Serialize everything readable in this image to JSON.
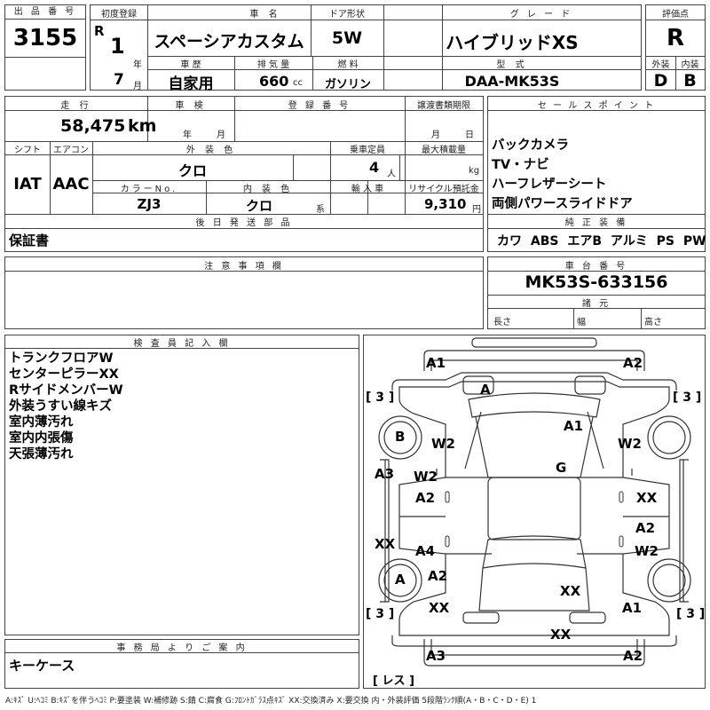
{
  "top": {
    "lot_no_label": "出 品 番 号",
    "lot_no": "3155",
    "first_reg_label": "初度登録",
    "era": "R",
    "year": "1",
    "year_unit": "年",
    "month": "7",
    "month_unit": "月",
    "car_name_label": "車 名",
    "car_name": "スペーシアカスタム",
    "door_label": "ドア形状",
    "door": "5W",
    "grade_label": "グ レ ー ド",
    "grade": "ハイブリッドXS",
    "score_label": "評価点",
    "score": "R",
    "history_label": "車 歴",
    "history": "自家用",
    "disp_label": "排 気 量",
    "displacement": "660",
    "disp_unit": "cc",
    "fuel_label": "燃 料",
    "fuel": "ガソリン",
    "model_label": "型 式",
    "model": "DAA-MK53S",
    "ext_label": "外装",
    "int_label": "内装",
    "ext_grade": "D",
    "int_grade": "B"
  },
  "middle": {
    "mileage_label": "走 行",
    "mileage": "58,475",
    "mileage_unit": "km",
    "inspection_label": "車 検",
    "insp_year_unit": "年",
    "insp_month_unit": "月",
    "reg_no_label": "登 録 番 号",
    "transfer_label": "譲渡書類期限",
    "transfer_month_unit": "月",
    "transfer_day_unit": "日",
    "shift_label": "シフト",
    "shift": "IAT",
    "ac_label": "エアコン",
    "ac": "AAC",
    "ext_color_label": "外 装 色",
    "ext_color": "クロ",
    "capacity_label": "乗車定員",
    "capacity": "4",
    "capacity_unit": "人",
    "max_load_label": "最大積載量",
    "max_load_unit": "kg",
    "color_no_label": "カラーNo.",
    "color_no": "ZJ3",
    "int_color_label": "内 装 色",
    "int_color": "クロ",
    "int_color_suffix": "系",
    "import_label": "輸 入 車",
    "recycle_label": "リサイクル預託金",
    "recycle": "9,310",
    "recycle_unit": "円",
    "parts_label": "後 日 発 送 部 品",
    "parts": "保証書"
  },
  "sales": {
    "label": "セ ー ル ス ポ イ ン ト",
    "points": [
      "バックカメラ",
      "TV・ナビ",
      "ハーフレザーシート",
      "両側パワースライドドア"
    ],
    "equip_label": "純 正 装 備",
    "equipment": [
      "カワ",
      "ABS",
      "エアB",
      "アルミ",
      "PS",
      "PW"
    ]
  },
  "notes": {
    "caution_label": "注 意 事 項 欄",
    "chassis_label": "車 台 番 号",
    "chassis": "MK53S-633156",
    "dims_label": "諸 元",
    "length_label": "長さ",
    "width_label": "幅",
    "height_label": "高さ"
  },
  "inspector": {
    "label": "検 査 員 記 入 欄",
    "lines": [
      "トランクフロアW",
      "センターピラーXX",
      "RサイドメンバーW",
      "外装うすい線キズ",
      "室内薄汚れ",
      "室内内張傷",
      "天張薄汚れ"
    ]
  },
  "office": {
    "label": "事 務 局 よ り ご 案 内",
    "text": "キーケース"
  },
  "diagram": {
    "marks": {
      "a1_front_left": "A1",
      "a2_front_right": "A2",
      "three_fl": "[ 3 ]",
      "three_fr": "[ 3 ]",
      "three_rl": "[ 3 ]",
      "three_rr": "[ 3 ]",
      "windshield": "A",
      "hood": "A1",
      "roof": "G",
      "wheel_fl": "B",
      "w2_fl": "W2",
      "w2_fr": "W2",
      "a3_left": "A3",
      "w2_left": "W2",
      "a2_left_door": "A2",
      "xx_left": "XX",
      "a4_left": "A4",
      "xx_right": "XX",
      "a2_right": "A2",
      "w2_right": "W2",
      "wheel_rl": "A",
      "a2_rear_left": "A2",
      "xx_rear_left": "XX",
      "xx_trunk": "XX",
      "a1_rear_right": "A1",
      "xx_bumper": "XX",
      "a3_rear": "A3",
      "a2_rear": "A2",
      "less": "[ レス ]"
    }
  },
  "legend": "A:ｷｽﾞ U:ﾍｺﾐ B:ｷｽﾞを伴うﾍｺﾐ P:要塗装 W:補修跡 S:錆 C:腐食 G:ﾌﾛﾝﾄｶﾞﾗｽ点ｷｽﾞ XX:交換済み X:要交換 内・外装評価 5段階ﾗﾝｸ順(A・B・C・D・E) 1"
}
